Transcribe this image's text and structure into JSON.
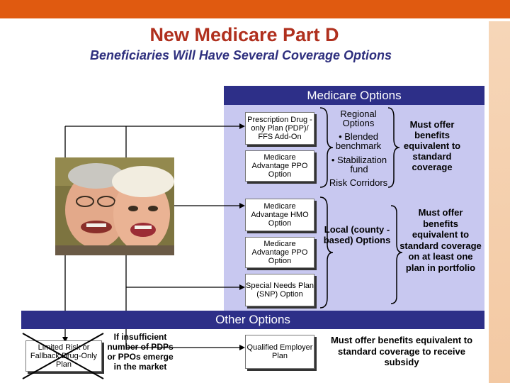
{
  "title": "New Medicare Part D",
  "subtitle": "Beneficiaries Will Have Several Coverage Options",
  "medicare_options": {
    "header": "Medicare Options",
    "boxes": {
      "pdp": "Prescription Drug -only Plan (PDP)/ FFS Add-On",
      "ppo_regional": "Medicare Advantage PPO Option",
      "hmo": "Medicare Advantage HMO Option",
      "ppo_local": "Medicare Advantage PPO Option",
      "snp": "Special Needs Plan (SNP) Option"
    },
    "regional": {
      "title": "Regional Options",
      "bullet1": "• Blended benchmark",
      "bullet2": "• Stabilization fund",
      "bullet3": "Risk Corridors"
    },
    "regional_note": "Must offer benefits equivalent to standard coverage",
    "local": "Local (county -based) Options",
    "local_note": "Must offer benefits equivalent to standard coverage on at least one plan in portfolio"
  },
  "other_options": {
    "header": "Other Options",
    "fallback": "Limited Risk or Fallback Drug-Only Plan",
    "fallback_note": "If insufficient number of PDPs or PPOs emerge in the market",
    "employer": "Qualified Employer Plan",
    "employer_note": "Must offer benefits equivalent to standard coverage to receive subsidy"
  },
  "colors": {
    "title": "#b0301e",
    "subtitle": "#2e2f7e",
    "header_bg": "#2d2f88",
    "panel_bg": "#c8c8f0",
    "top_bar": "#e05a10"
  }
}
